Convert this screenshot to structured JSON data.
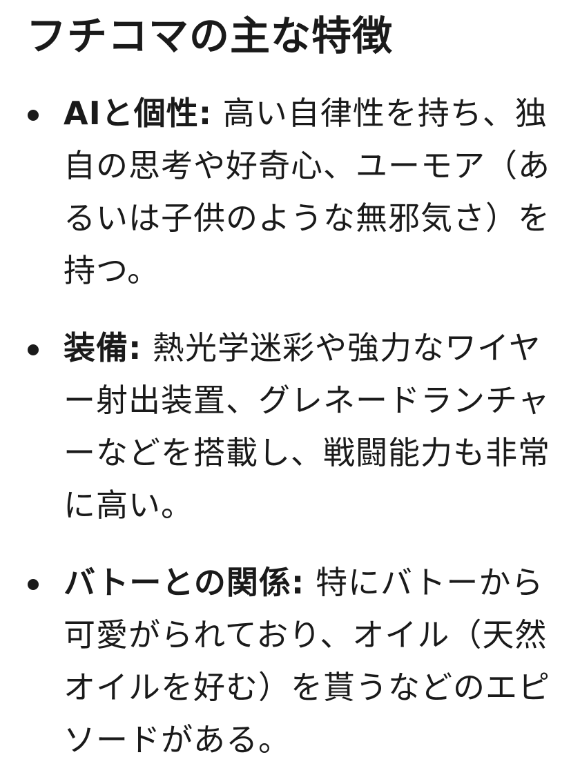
{
  "title": "フチコマの主な特徴",
  "features": [
    {
      "label": "AIと個性:",
      "text": " 高い自律性を持ち、独自の思考や好奇心、ユーモア（あるいは子供のような無邪気さ）を持つ。"
    },
    {
      "label": "装備:",
      "text": " 熱光学迷彩や強力なワイヤー射出装置、グレネードランチャーなどを搭載し、戦闘能力も非常に高い。"
    },
    {
      "label": "バトーとの関係:",
      "text": " 特にバトーから可愛がられており、オイル（天然オイルを好む）を貰うなどのエピソードがある。"
    }
  ]
}
